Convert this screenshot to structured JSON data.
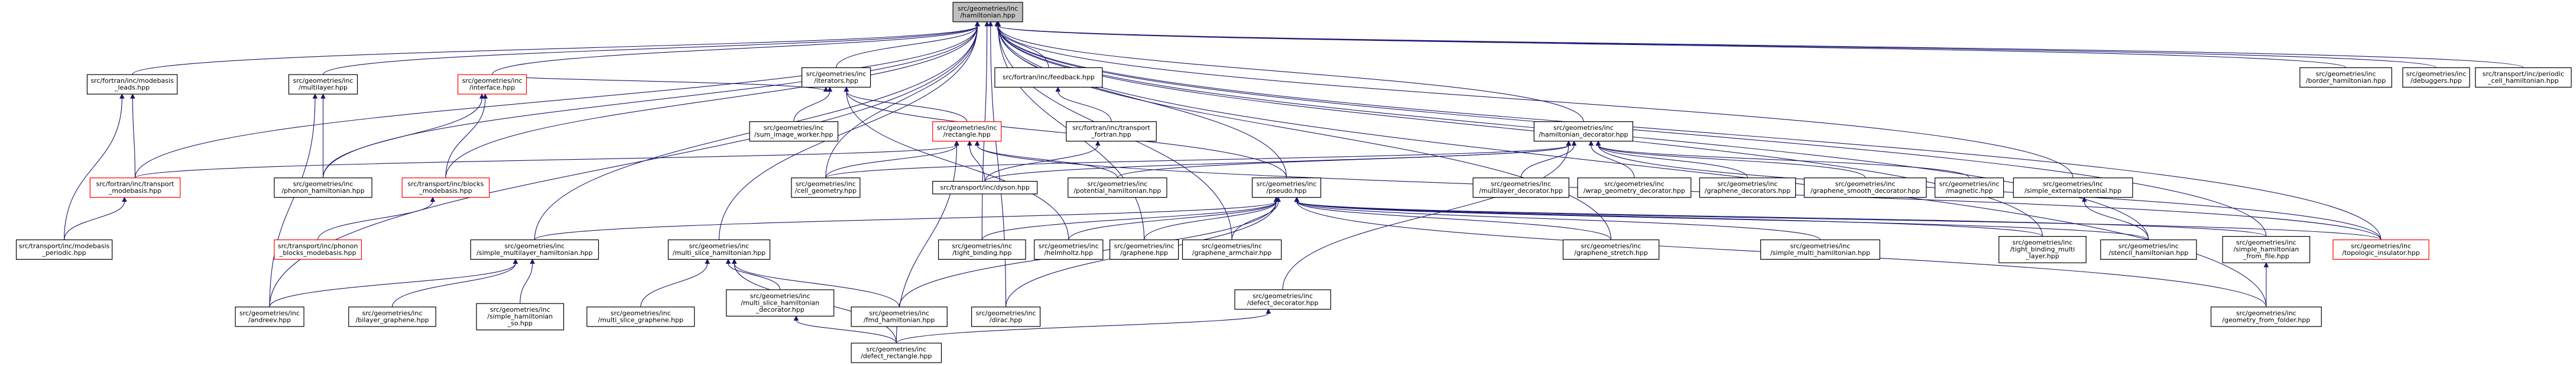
{
  "colors": {
    "edge": "#191970",
    "node_border": "#000000",
    "red_border": "#ff0000",
    "root_fill": "#bfbfbf",
    "node_fill": "#ffffff"
  },
  "nodes": [
    {
      "id": "hamiltonian",
      "lines": [
        "src/geometries/inc",
        "/hamiltonian.hpp"
      ],
      "style": "root"
    },
    {
      "id": "modebasis_leads",
      "lines": [
        "src/fortran/inc/modebasis",
        "_leads.hpp"
      ],
      "style": "normal"
    },
    {
      "id": "multilayer",
      "lines": [
        "src/geometries/inc",
        "/multilayer.hpp"
      ],
      "style": "normal"
    },
    {
      "id": "interface",
      "lines": [
        "src/geometries/inc",
        "/interface.hpp"
      ],
      "style": "red"
    },
    {
      "id": "iterators",
      "lines": [
        "src/geometries/inc",
        "/iterators.hpp"
      ],
      "style": "normal"
    },
    {
      "id": "feedback",
      "lines": [
        "src/fortran/inc/feedback.hpp"
      ],
      "style": "normal"
    },
    {
      "id": "rectangle",
      "lines": [
        "src/geometries/inc",
        "/rectangle.hpp"
      ],
      "style": "red"
    },
    {
      "id": "fortran_transport",
      "lines": [
        "src/fortran/inc/transport",
        "_fortran.hpp"
      ],
      "style": "normal"
    },
    {
      "id": "hamiltonian_decorator",
      "lines": [
        "src/geometries/inc",
        "/hamiltonian_decorator.hpp"
      ],
      "style": "normal"
    },
    {
      "id": "border_hamiltonian",
      "lines": [
        "src/geometries/inc",
        "/border_hamiltonian.hpp"
      ],
      "style": "normal"
    },
    {
      "id": "debuggers",
      "lines": [
        "src/geometries/inc",
        "/debuggers.hpp"
      ],
      "style": "normal"
    },
    {
      "id": "periodic_cell",
      "lines": [
        "src/transport/inc/periodic",
        "_cell_hamiltonian.hpp"
      ],
      "style": "normal"
    },
    {
      "id": "fortran_transport_modebasis",
      "lines": [
        "src/fortran/inc/transport",
        "_modebasis.hpp"
      ],
      "style": "red"
    },
    {
      "id": "phonon_hamiltonian",
      "lines": [
        "src/geometries/inc",
        "/phonon_hamiltonian.hpp"
      ],
      "style": "normal"
    },
    {
      "id": "blocks_modebasis",
      "lines": [
        "src/transport/inc/blocks",
        "_modebasis.hpp"
      ],
      "style": "red"
    },
    {
      "id": "sum_image_worker",
      "lines": [
        "src/geometries/inc",
        "/sum_image_worker.hpp"
      ],
      "style": "normal"
    },
    {
      "id": "cell_geometry",
      "lines": [
        "src/geometries/inc",
        "/cell_geometry.hpp"
      ],
      "style": "normal"
    },
    {
      "id": "dyson",
      "lines": [
        "src/transport/inc/dyson.hpp"
      ],
      "style": "normal"
    },
    {
      "id": "potential_hamiltonian",
      "lines": [
        "src/geometries/inc",
        "/potential_hamiltonian.hpp"
      ],
      "style": "normal"
    },
    {
      "id": "multilayer_decorator",
      "lines": [
        "src/geometries/inc",
        "/multilayer_decorator.hpp"
      ],
      "style": "normal"
    },
    {
      "id": "wrap_geometry_decorator",
      "lines": [
        "src/geometries/inc",
        "/wrap_geometry_decorator.hpp"
      ],
      "style": "normal"
    },
    {
      "id": "graphene_decorators",
      "lines": [
        "src/geometries/inc",
        "/graphene_decorators.hpp"
      ],
      "style": "normal"
    },
    {
      "id": "graphene_smooth_decorator",
      "lines": [
        "src/geometries/inc",
        "/graphene_smooth_decorator.hpp"
      ],
      "style": "normal"
    },
    {
      "id": "magnetic",
      "lines": [
        "src/geometries/inc",
        "/magnetic.hpp"
      ],
      "style": "normal"
    },
    {
      "id": "simple_externalpotential",
      "lines": [
        "src/geometries/inc",
        "/simple_externalpotential.hpp"
      ],
      "style": "normal"
    },
    {
      "id": "modebasis_periodic",
      "lines": [
        "src/transport/inc/modebasis",
        "_periodic.hpp"
      ],
      "style": "normal"
    },
    {
      "id": "phonon_blocks_modebasis",
      "lines": [
        "src/transport/inc/phonon",
        "_blocks_modebasis.hpp"
      ],
      "style": "red"
    },
    {
      "id": "pseudo",
      "lines": [
        "src/geometries/inc",
        "/pseudo.hpp"
      ],
      "style": "normal"
    },
    {
      "id": "simple_multilayer_hamiltonian",
      "lines": [
        "src/geometries/inc",
        "/simple_multilayer_hamiltonian.hpp"
      ],
      "style": "normal"
    },
    {
      "id": "multi_slice_hamiltonian",
      "lines": [
        "src/geometries/inc",
        "/multi_slice_hamiltonian.hpp"
      ],
      "style": "normal"
    },
    {
      "id": "tight_binding",
      "lines": [
        "src/geometries/inc",
        "/tight_binding.hpp"
      ],
      "style": "normal"
    },
    {
      "id": "helmholtz",
      "lines": [
        "src/geometries/inc",
        "/helmholtz.hpp"
      ],
      "style": "normal"
    },
    {
      "id": "graphene",
      "lines": [
        "src/geometries/inc",
        "/graphene.hpp"
      ],
      "style": "normal"
    },
    {
      "id": "graphene_armchair",
      "lines": [
        "src/geometries/inc",
        "/graphene_armchair.hpp"
      ],
      "style": "normal"
    },
    {
      "id": "graphene_stretch",
      "lines": [
        "src/geometries/inc",
        "/graphene_stretch.hpp"
      ],
      "style": "normal"
    },
    {
      "id": "simple_multi_hamiltonian",
      "lines": [
        "src/geometries/inc",
        "/simple_multi_hamiltonian.hpp"
      ],
      "style": "normal"
    },
    {
      "id": "tight_binding_multi_layer",
      "lines": [
        "src/geometries/inc",
        "/tight_binding_multi",
        "_layer.hpp"
      ],
      "style": "normal"
    },
    {
      "id": "stencil_hamiltonian",
      "lines": [
        "src/geometries/inc",
        "/stencil_hamiltonian.hpp"
      ],
      "style": "normal"
    },
    {
      "id": "simple_hamiltonian_from_file",
      "lines": [
        "src/geometries/inc",
        "/simple_hamiltonian",
        "_from_file.hpp"
      ],
      "style": "normal"
    },
    {
      "id": "topologic_insulator",
      "lines": [
        "src/geometries/inc",
        "/topologic_insulator.hpp"
      ],
      "style": "red"
    },
    {
      "id": "andreev",
      "lines": [
        "src/geometries/inc",
        "/andreev.hpp"
      ],
      "style": "normal"
    },
    {
      "id": "bilayer_graphene",
      "lines": [
        "src/geometries/inc",
        "/bilayer_graphene.hpp"
      ],
      "style": "normal"
    },
    {
      "id": "simple_hamiltonian_so",
      "lines": [
        "src/geometries/inc",
        "/simple_hamiltonian",
        "_so.hpp"
      ],
      "style": "normal"
    },
    {
      "id": "multi_slice_graphene",
      "lines": [
        "src/geometries/inc",
        "/multi_slice_graphene.hpp"
      ],
      "style": "normal"
    },
    {
      "id": "multi_slice_hamiltonian_decorator",
      "lines": [
        "src/geometries/inc",
        "/multi_slice_hamiltonian",
        "_decorator.hpp"
      ],
      "style": "normal"
    },
    {
      "id": "fmd_hamiltonian",
      "lines": [
        "src/geometries/inc",
        "/fmd_hamiltonian.hpp"
      ],
      "style": "normal"
    },
    {
      "id": "dirac",
      "lines": [
        "src/geometries/inc",
        "/dirac.hpp"
      ],
      "style": "normal"
    },
    {
      "id": "defect_decorator",
      "lines": [
        "src/geometries/inc",
        "/defect_decorator.hpp"
      ],
      "style": "normal"
    },
    {
      "id": "geometry_from_folder",
      "lines": [
        "src/geometries/inc",
        "/geometry_from_folder.hpp"
      ],
      "style": "normal"
    },
    {
      "id": "defect_rectangle",
      "lines": [
        "src/geometries/inc",
        "/defect_rectangle.hpp"
      ],
      "style": "normal"
    }
  ]
}
